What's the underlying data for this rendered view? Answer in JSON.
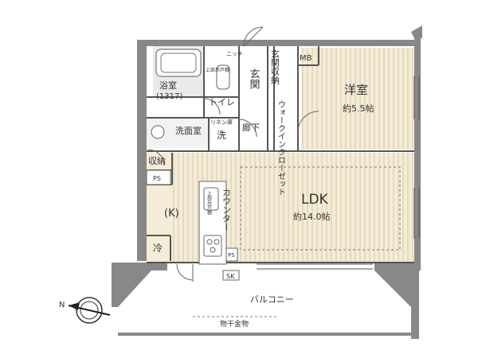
{
  "rooms": {
    "bath": "浴室",
    "bath_size": "(1317)",
    "toilet": "トイレ",
    "washroom": "洗面室",
    "washer": "洗",
    "linen": "リネン庫",
    "upper_cabinet_top": "上部吊戸棚",
    "niche": "ニッチ",
    "entrance": "玄関",
    "shoe_storage": "玄関収納",
    "hallway": "廊下",
    "wic": "ウォークインクローゼット",
    "mb": "MB",
    "western_room": "洋室",
    "western_room_size": "約5.5帖",
    "storage": "収納",
    "ps": "PS",
    "kitchen": "(K)",
    "fridge": "冷",
    "counter": "カウンター",
    "upper_cabinet_kitchen": "上部吊戸棚",
    "ldk": "LDK",
    "ldk_size": "約14.0帖",
    "ps2": "PS",
    "sk": "SK",
    "balcony": "バルコニー",
    "drying_rack": "物干金物"
  },
  "compass": {
    "north": "N"
  },
  "colors": {
    "floor": "#f4ecd8",
    "wall": "#888888",
    "wall_dark": "#777777",
    "line": "#555555"
  }
}
